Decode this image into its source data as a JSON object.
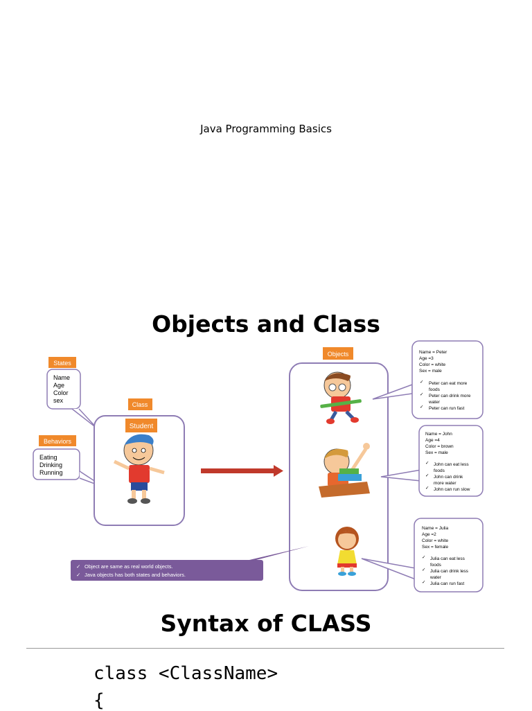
{
  "page": {
    "title": "Java Programming Basics",
    "section1_heading": "Objects and Class",
    "section2_heading": "Syntax of CLASS",
    "code_lines": [
      "class <ClassName>",
      "{"
    ]
  },
  "diagram": {
    "states_label": "States",
    "states_items": [
      "Name",
      "Age",
      "Color",
      "sex"
    ],
    "behaviors_label": "Behaviors",
    "behaviors_items": [
      "Eating",
      "Drinking",
      "Running"
    ],
    "class_label": "Class",
    "class_name": "Student",
    "objects_label": "Objects",
    "note_items": [
      "Object are same as real world objects.",
      "Java objects has both states and behaviors."
    ],
    "objects": [
      {
        "props": [
          "Name = Peter",
          "Age =3",
          "Color = white",
          "Sex = male"
        ],
        "behaviors": [
          "Peter can eat more",
          "foods",
          "Peter can drink more",
          "water",
          "Peter can run fast"
        ]
      },
      {
        "props": [
          "Name = John",
          "Age =4",
          "Color = brown",
          "Sex = male"
        ],
        "behaviors": [
          "John can eat less",
          "foods",
          "John can drink",
          "more water",
          "John can run slow"
        ]
      },
      {
        "props": [
          "Name = Julia",
          "Age =2",
          "Color = white",
          "Sex = female"
        ],
        "behaviors": [
          "Julia can eat less",
          "foods",
          "Julia can drink less",
          "water",
          "Julia can run fast"
        ]
      }
    ]
  },
  "colors": {
    "orange_tag": "#f0892b",
    "purple_border": "#8e7cb4",
    "arrow_red": "#c0392b",
    "note_bg": "#7a5a9a"
  }
}
